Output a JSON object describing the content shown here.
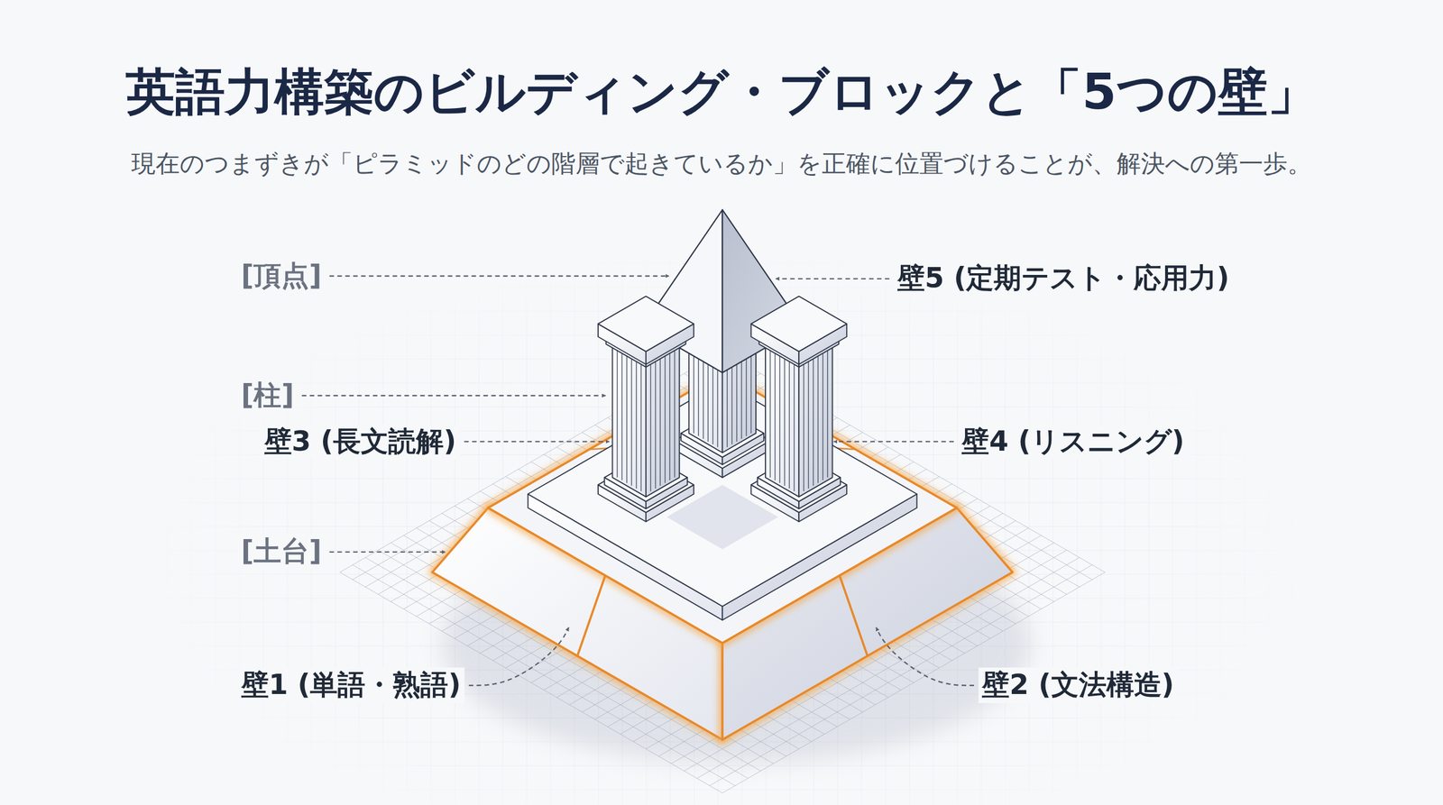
{
  "diagram": {
    "title": "英語力構築のビルディング・ブロックと「5つの壁」",
    "caption": "現在のつまずきが「ピラミッドのどの階層で起きているか」を正確に位置づけることが、解決への第一歩。",
    "labels": [
      "[頂点]",
      "壁5 (定期テスト・応用力)",
      "[柱]",
      "壁3 (長文読解)",
      "壁4 (リスニング)",
      "[土台]",
      "壁1 (単語・熟語)",
      "壁2 (文法構造)"
    ]
  }
}
